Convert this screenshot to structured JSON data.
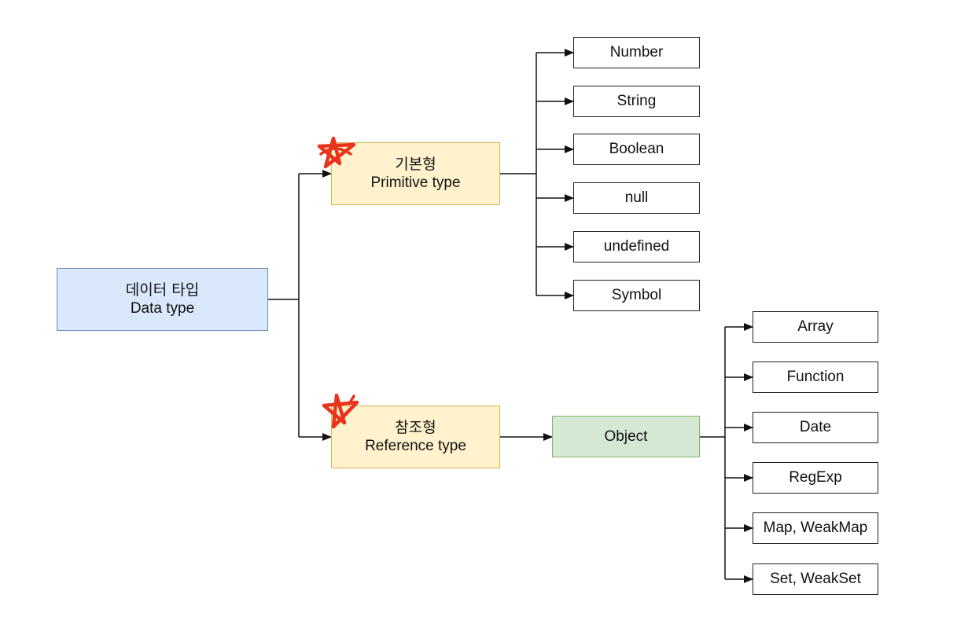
{
  "root": {
    "label_ko": "데이터 타입",
    "label_en": "Data type",
    "color": "#dae8fc"
  },
  "primitive": {
    "label_ko": "기본형",
    "label_en": "Primitive type",
    "color": "#fff2cc",
    "marked": true
  },
  "reference": {
    "label_ko": "참조형",
    "label_en": "Reference type",
    "color": "#fff2cc",
    "marked": true
  },
  "object": {
    "label": "Object",
    "color": "#d5e8d4"
  },
  "primitive_types": [
    "Number",
    "String",
    "Boolean",
    "null",
    "undefined",
    "Symbol"
  ],
  "object_types": [
    "Array",
    "Function",
    "Date",
    "RegExp",
    "Map, WeakMap",
    "Set, WeakSet"
  ],
  "mark_color": "#e8341c"
}
